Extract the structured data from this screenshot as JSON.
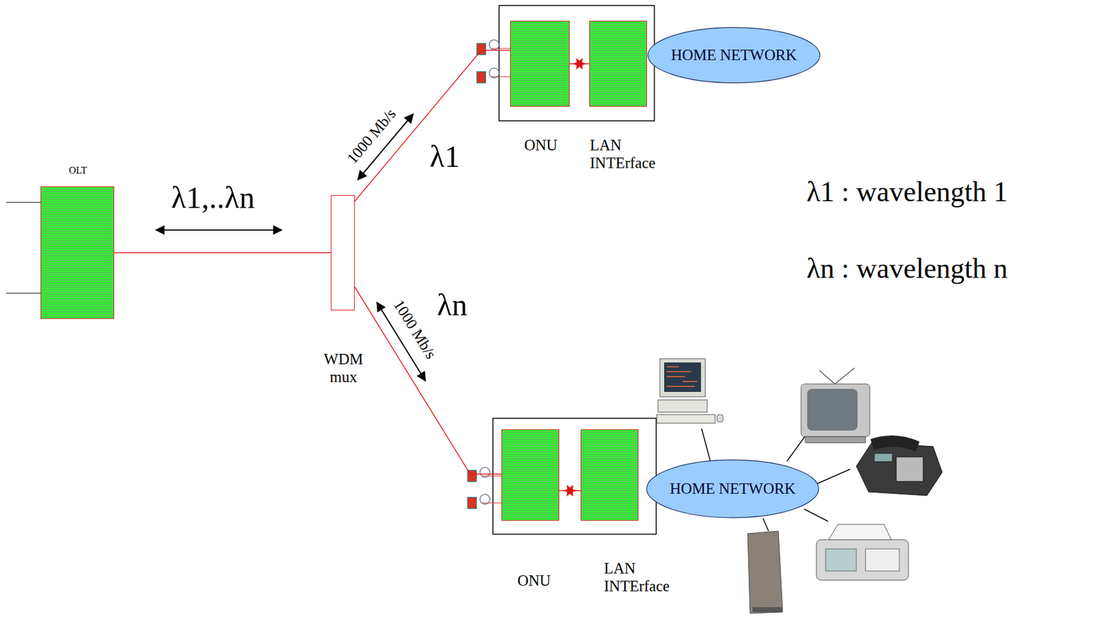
{
  "diagram": {
    "nodes": [
      {
        "text": [
          "OLT"
        ]
      },
      {
        "text": [
          "WDM mux"
        ]
      },
      {
        "text": [
          "ONU"
        ]
      },
      {
        "text": [
          "LAN INTErface"
        ]
      },
      {
        "text": [
          "HOME NETWORK"
        ]
      },
      {
        "text": [
          "ONU"
        ]
      },
      {
        "text": [
          "LAN INTErface"
        ]
      },
      {
        "text": [
          "HOME NETWORK"
        ]
      }
    ],
    "edges": [
      {
        "from": 0,
        "to": 1,
        "label": "λ1,..λn",
        "arrow": "none"
      },
      {
        "from": 1,
        "to": 2,
        "label": "1000 Mb/s",
        "arrow": "none"
      },
      {
        "from": 1,
        "to": 5,
        "label": "1000 Mb/s",
        "arrow": "none"
      },
      {
        "from": 2,
        "to": 3,
        "arrow": "none"
      },
      {
        "from": 5,
        "to": 6,
        "arrow": "none"
      }
    ],
    "labels": [
      "λ1",
      "λn",
      "λ1 : wavelength 1",
      "λn : wavelength n"
    ]
  }
}
